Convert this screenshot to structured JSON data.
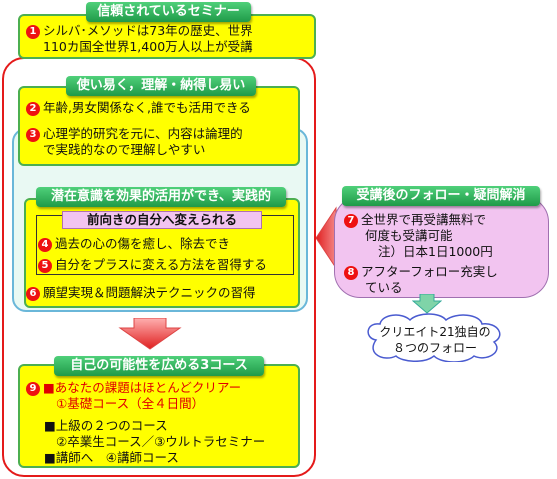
{
  "top": {
    "header": "信頼されているセミナー",
    "num": "1",
    "lines": [
      "シルバ･メソッドは73年の歴史、世界",
      "110カ国全世界1,400万人以上が受講"
    ]
  },
  "main": {
    "header1": "使い易く，理解・納得し易い",
    "item2": {
      "num": "2",
      "text": "年齢,男女関係なく,誰でも活用できる"
    },
    "item3": {
      "num": "3",
      "lines": [
        "心理学的研究を元に、内容は論理的",
        "で実践的なので理解しやすい"
      ]
    },
    "header2": "潜在意識を効果的活用ができ、実践的",
    "sub_header": "前向きの自分へ変えられる",
    "item4": {
      "num": "4",
      "text": "過去の心の傷を癒し、除去でき"
    },
    "item5": {
      "num": "5",
      "text": "自分をプラスに変える方法を習得する"
    },
    "item6": {
      "num": "6",
      "text": "願望実現＆問題解決テクニックの習得"
    }
  },
  "courses": {
    "header": "自己の可能性を広める3コース",
    "num": "9",
    "line1": "■あなたの課題はほとんどクリアー",
    "line2": "①基礎コース（全４日間）",
    "line3": "■上級の２つのコース",
    "line4": "②卒業生コース／③ウルトラセミナー",
    "line5": "■講師へ　④講師コース"
  },
  "follow": {
    "header": "受講後のフォロー・疑問解消",
    "item7": {
      "num": "7",
      "lines": [
        "全世界で再受講無料で",
        "何度も受講可能"
      ],
      "note": "注）日本1日1000円"
    },
    "item8": {
      "num": "8",
      "lines": [
        "アフターフォロー充実し",
        "ている"
      ]
    },
    "cloud_lines": [
      "クリエイト21独自の",
      "８つのフォロー"
    ]
  },
  "colors": {
    "yellow": "#ffff00",
    "green": "#2aa85a",
    "red_border": "#e41a1a",
    "pink": "#f2c4f0",
    "mint": "#e9f9f3"
  }
}
